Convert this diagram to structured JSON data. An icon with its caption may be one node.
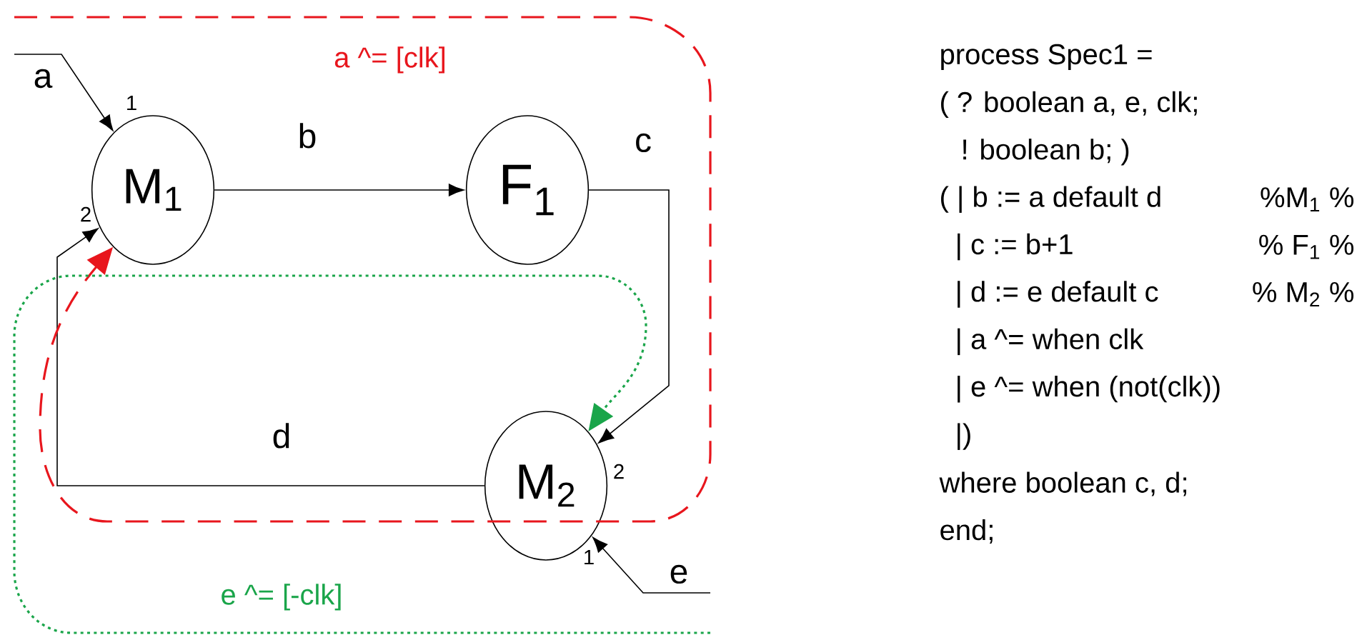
{
  "diagram": {
    "nodes": [
      {
        "text": [
          "M$_{1}$"
        ]
      },
      {
        "text": [
          "F$_{1}$"
        ]
      },
      {
        "text": [
          "M$_{2}$"
        ]
      }
    ],
    "edges": [
      {
        "from": null,
        "to": 0,
        "arrow": "to",
        "label": "a"
      },
      {
        "from": 0,
        "to": 1,
        "arrow": "to",
        "label": "b"
      },
      {
        "from": 1,
        "to": 2,
        "arrow": "to",
        "label": "c"
      },
      {
        "from": 2,
        "to": 0,
        "arrow": "to",
        "label": "d"
      },
      {
        "from": null,
        "to": 2,
        "arrow": "to",
        "label": "e"
      },
      {
        "from": null,
        "to": 0,
        "arrow": "to",
        "label": "a ^= [clk]",
        "style": "dashed",
        "color": "#e8161d"
      },
      {
        "from": null,
        "to": 2,
        "arrow": "to",
        "label": "e ^= [-clk]",
        "style": "dashed",
        "color": "#1aa54a"
      }
    ],
    "labels": [
      "1",
      "2",
      "2",
      "1",
      "process Spec1 =",
      "( ? boolean a, e, clk;",
      "! boolean b; )",
      "( | b := a default d",
      "%M$_{1}$ %",
      "| c := b+1",
      "% F$_{1}$ %",
      "| d := e default c",
      "% M$_{2}$ %",
      "| a ^= when clk",
      "| e ^= when (not(clk))",
      "|)",
      "where boolean c, d;",
      "end;"
    ]
  }
}
